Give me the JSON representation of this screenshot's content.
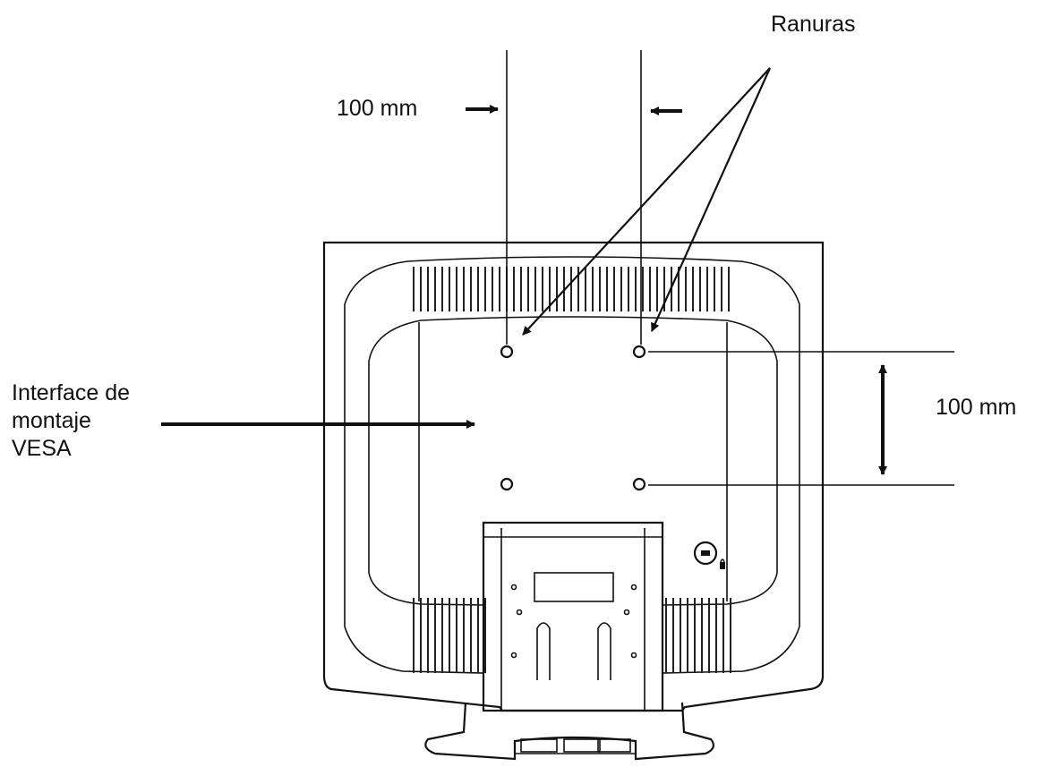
{
  "labels": {
    "slots": "Ranuras",
    "horizontal_spacing": "100 mm",
    "vertical_spacing": "100 mm",
    "interface_line1": "Interface de",
    "interface_line2": "montaje",
    "interface_line3": "VESA"
  },
  "icons": {
    "lock": "kensington-lock-icon"
  }
}
